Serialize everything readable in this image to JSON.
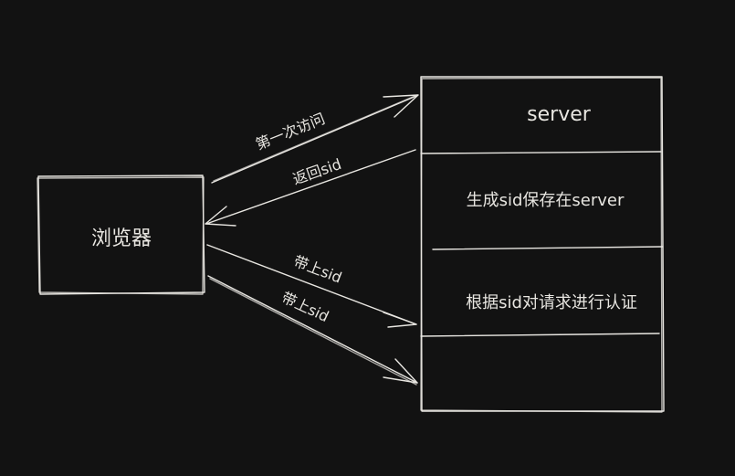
{
  "diagram": {
    "browser": {
      "label": "浏览器"
    },
    "server": {
      "sections": [
        {
          "label": "server"
        },
        {
          "label": "生成sid保存在server"
        },
        {
          "label": "根据sid对请求进行认证"
        },
        {
          "label": ""
        }
      ]
    },
    "edges": [
      {
        "label": "第一次访问"
      },
      {
        "label": "返回sid"
      },
      {
        "label": "带上sid"
      },
      {
        "label": "带上sid"
      }
    ]
  },
  "colors": {
    "background": "#121212",
    "stroke": "#e8e6e1"
  }
}
